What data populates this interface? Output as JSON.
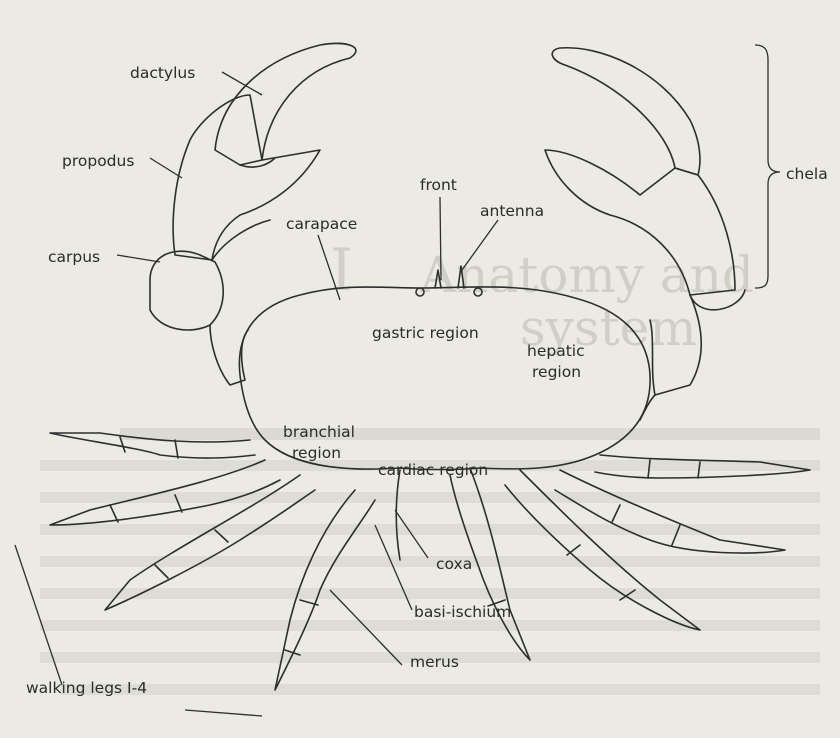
{
  "labels": {
    "dactylus": "dactylus",
    "propodus": "propodus",
    "carpus": "carpus",
    "carapace": "carapace",
    "front": "front",
    "antenna": "antenna",
    "chela": "chela",
    "gastric_region": "gastric region",
    "hepatic_region_1": "hepatic",
    "hepatic_region_2": "region",
    "branchial_region_1": "branchial",
    "branchial_region_2": "region",
    "cardiac_region": "cardiac region",
    "coxa": "coxa",
    "basi_ischium": "basi-ischium",
    "merus": "merus",
    "walking_legs": "walking legs I-4"
  },
  "colors": {
    "paper": "#ebeae3",
    "ink": "#2e2e2e",
    "show_through": "#b9b8b1"
  }
}
